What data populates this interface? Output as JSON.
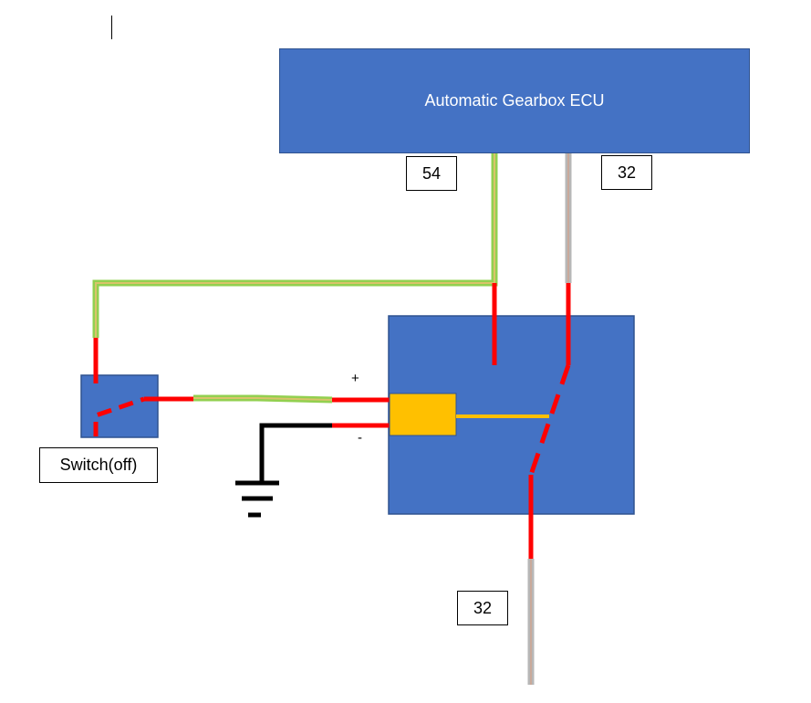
{
  "ecu": {
    "label": "Automatic Gearbox ECU"
  },
  "pins": {
    "pin_54": "54",
    "pin_32_top": "32",
    "pin_32_bottom": "32"
  },
  "switch": {
    "label": "Switch(off)"
  },
  "relay": {
    "plus_label": "+",
    "minus_label": "-"
  },
  "colors": {
    "box_fill": "#4472c4",
    "box_border": "#2f528f",
    "wire_red": "#ff0000",
    "wire_green_yellow": "#92d050",
    "wire_green_yellow_core": "#d9c36a",
    "wire_grey": "#b7b7b7",
    "wire_grey_core": "#c9a99a",
    "wire_black": "#000000",
    "coil_fill": "#ffc000",
    "coil_link": "#ffc000"
  }
}
